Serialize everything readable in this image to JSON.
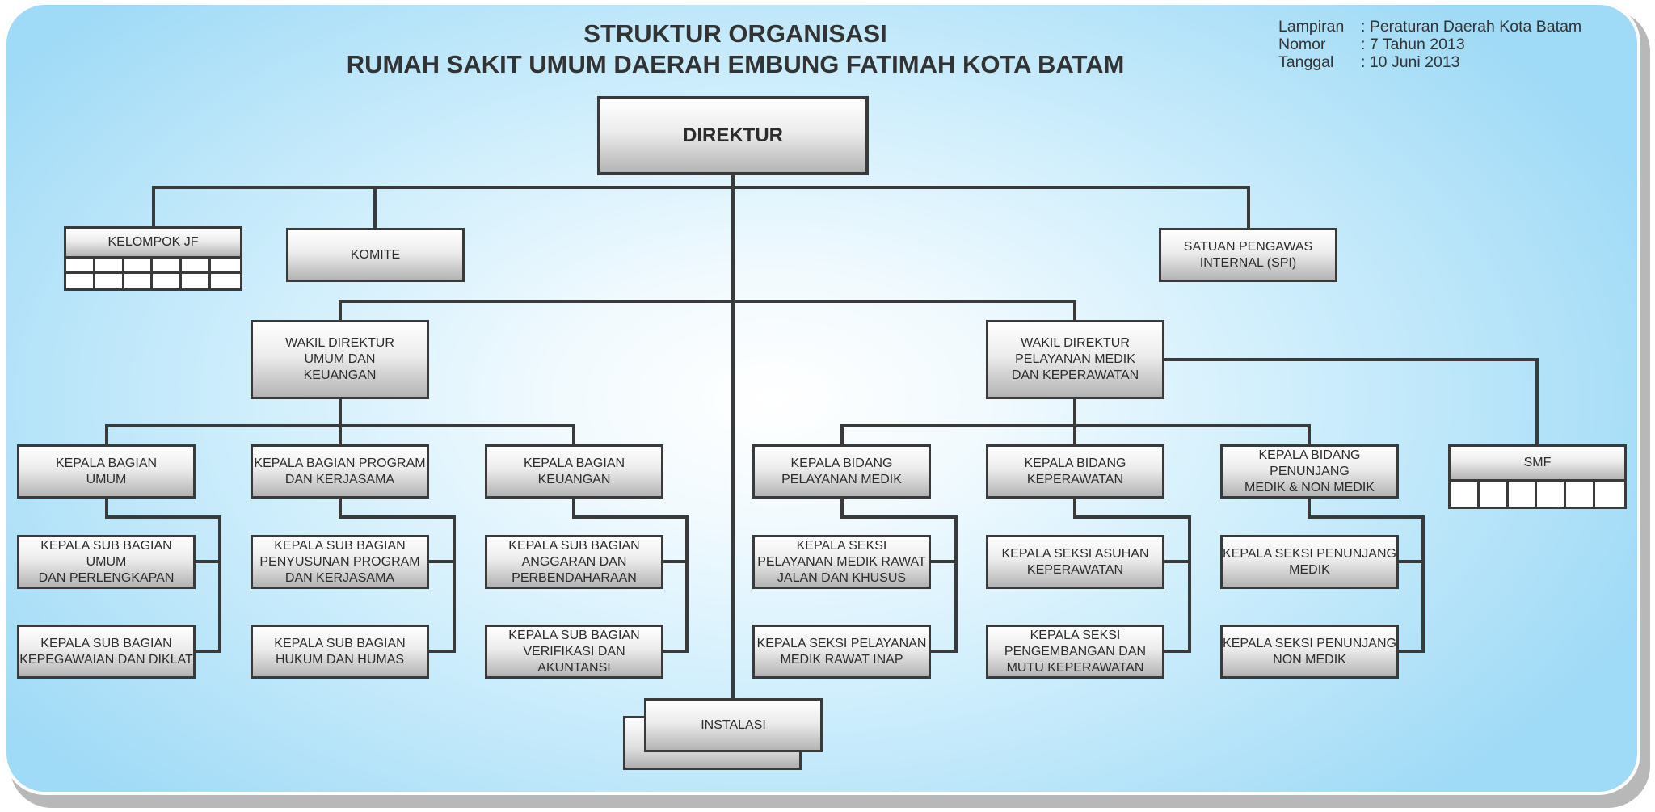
{
  "title": {
    "line1": "STRUKTUR ORGANISASI",
    "line2": "RUMAH SAKIT UMUM DAERAH EMBUNG FATIMAH KOTA BATAM"
  },
  "meta": {
    "lampiran_label": "Lampiran",
    "lampiran_value": ": Peraturan Daerah Kota Batam",
    "nomor_label": "Nomor",
    "nomor_value": ": 7 Tahun 2013",
    "tanggal_label": "Tanggal",
    "tanggal_value": ": 10 Juni 2013"
  },
  "boxes": {
    "direktur": "DIREKTUR",
    "kelompok_jf": "KELOMPOK JF",
    "komite": "KOMITE",
    "spi": "SATUAN PENGAWAS\nINTERNAL (SPI)",
    "wadir_umum": "WAKIL DIREKTUR\nUMUM DAN\nKEUANGAN",
    "wadir_medik": "WAKIL DIREKTUR\nPELAYANAN MEDIK\nDAN KEPERAWATAN",
    "kabag_umum": "KEPALA BAGIAN\nUMUM",
    "kabag_program": "KEPALA BAGIAN PROGRAM\nDAN KERJASAMA",
    "kabag_keuangan": "KEPALA BAGIAN\nKEUANGAN",
    "kabid_pelayanan": "KEPALA BIDANG\nPELAYANAN MEDIK",
    "kabid_keperawatan": "KEPALA BIDANG\nKEPERAWATAN",
    "kabid_penunjang": "KEPALA BIDANG PENUNJANG\nMEDIK & NON MEDIK",
    "smf": "SMF",
    "ksb_umum": "KEPALA SUB BAGIAN UMUM\nDAN PERLENGKAPAN",
    "ksb_kepegawaian": "KEPALA SUB BAGIAN\nKEPEGAWAIAN DAN DIKLAT",
    "ksb_penyusunan": "KEPALA SUB BAGIAN\nPENYUSUNAN PROGRAM\nDAN KERJASAMA",
    "ksb_hukum": "KEPALA SUB BAGIAN\nHUKUM DAN HUMAS",
    "ksb_anggaran": "KEPALA SUB BAGIAN\nANGGARAN DAN\nPERBENDAHARAAN",
    "ksb_verifikasi": "KEPALA SUB BAGIAN\nVERIFIKASI DAN\nAKUNTANSI",
    "ks_rawat_jalan": "KEPALA SEKSI\nPELAYANAN MEDIK RAWAT\nJALAN DAN KHUSUS",
    "ks_rawat_inap": "KEPALA SEKSI PELAYANAN\nMEDIK RAWAT INAP",
    "ks_asuhan": "KEPALA SEKSI ASUHAN\nKEPERAWATAN",
    "ks_pengembangan": "KEPALA SEKSI\nPENGEMBANGAN DAN\nMUTU KEPERAWATAN",
    "ks_penunjang_medik": "KEPALA SEKSI PENUNJANG\nMEDIK",
    "ks_penunjang_non": "KEPALA SEKSI PENUNJANG\nNON MEDIK",
    "instalasi": "INSTALASI"
  },
  "colors": {
    "line": "#3a3a3a",
    "background_edge": "#9fdaf6",
    "background_center": "#ffffff"
  }
}
